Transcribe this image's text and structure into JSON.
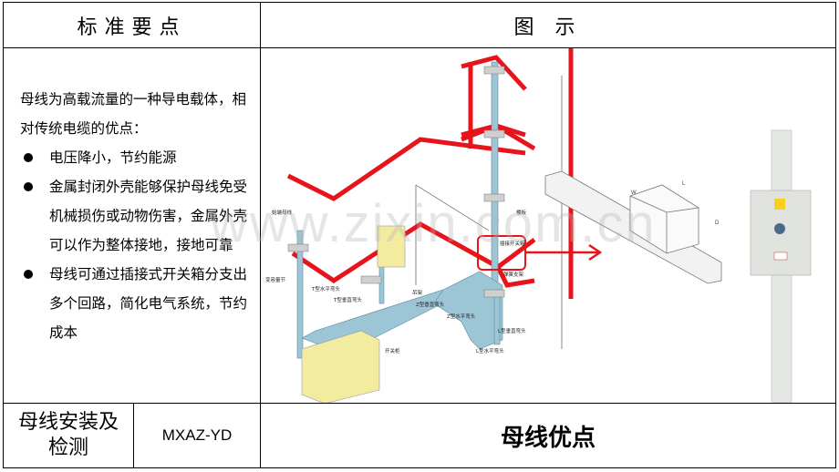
{
  "header": {
    "left": "标准要点",
    "right": "图 示"
  },
  "intro": "母线为高载流量的一种导电载体，相对传统电缆的优点：",
  "bullets": [
    "电压降小，节约能源",
    "金属封闭外壳能够保护母线免受机械损伤或动物伤害，金属外壳可以作为整体接地，接地可靠",
    "母线可通过插接式开关箱分支出多个回路，简化电气系统，节约成本"
  ],
  "diagram_labels": {
    "cable": "始端母线",
    "floor": "楼板",
    "plug_box": "插接开关箱",
    "spring": "弹簧支架",
    "var": "变容量节",
    "t_h": "T型水平弯头",
    "t_v": "T型垂直弯头",
    "hanger": "吊架",
    "z_v": "Z型垂直弯头",
    "z_h": "Z型水平弯头",
    "l_v": "L型垂直弯头",
    "l_h": "L型水平弯头",
    "switchgear": "开关柜",
    "dim_w": "W",
    "dim_l": "L",
    "dim_d": "D"
  },
  "watermark": "www.zixin.com.cn",
  "footer": {
    "category": "母线安装及检测",
    "code": "MXAZ-YD",
    "title": "母线优点"
  },
  "colors": {
    "red": "#e8141c",
    "duct": "#9cc6d6",
    "cabinet": "#f3eca0"
  }
}
